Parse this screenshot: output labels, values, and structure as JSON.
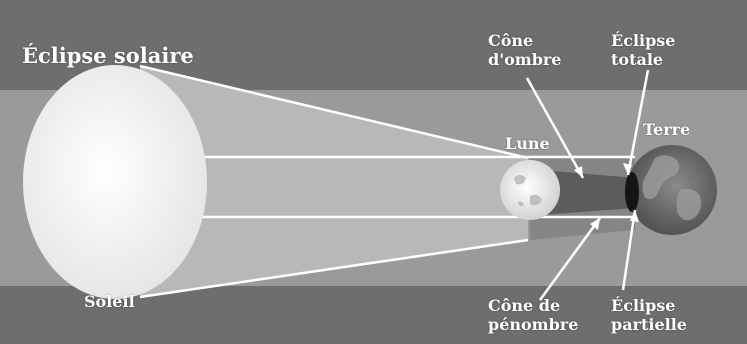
{
  "title": "Éclipse solaire",
  "labels": {
    "sun": "Soleil",
    "moon": "Lune",
    "earth": "Terre",
    "umbra": "Cône\nd'ombre",
    "total": "Éclipse\ntotale",
    "penumbra": "Cône de\npénombre",
    "partial": "Éclipse\npartielle"
  },
  "colors": {
    "background": "#6e6e6e",
    "band": "#9a9a9a",
    "sun": "#f2f2f2",
    "beam": "#bdbdbd",
    "umbra": "#5e5e5e",
    "penumbra": "#858585",
    "earth": "#707070",
    "shadow": "#151515",
    "lines": "#ffffff"
  }
}
